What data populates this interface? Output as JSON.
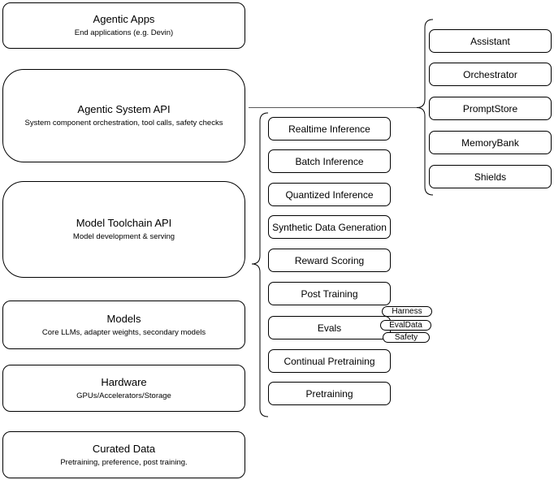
{
  "diagram": {
    "colors": {
      "stroke": "#000000",
      "node_fill": "#ffffff",
      "text": "#000000",
      "connector": "#595959"
    },
    "stack": {
      "nodes": [
        {
          "title": "Agentic Apps",
          "subtitle": "End applications (e.g. Devin)"
        },
        {
          "title": "Agentic System API",
          "subtitle": "System component orchestration, tool calls, safety checks"
        },
        {
          "title": "Model Toolchain API",
          "subtitle": "Model development & serving"
        },
        {
          "title": "Models",
          "subtitle": "Core LLMs, adapter weights, secondary models"
        },
        {
          "title": "Hardware",
          "subtitle": "GPUs/Accelerators/Storage"
        },
        {
          "title": "Curated Data",
          "subtitle": "Pretraining, preference, post training."
        }
      ]
    },
    "toolchain_group": {
      "items": [
        "Realtime Inference",
        "Batch Inference",
        "Quantized Inference",
        "Synthetic Data Generation",
        "Reward Scoring",
        "Post Training",
        "Evals",
        "Continual Pretraining",
        "Pretraining"
      ],
      "eval_tags": [
        "Harness",
        "EvalData",
        "Safety"
      ]
    },
    "system_group": {
      "items": [
        "Assistant",
        "Orchestrator",
        "PromptStore",
        "MemoryBank",
        "Shields"
      ]
    }
  }
}
